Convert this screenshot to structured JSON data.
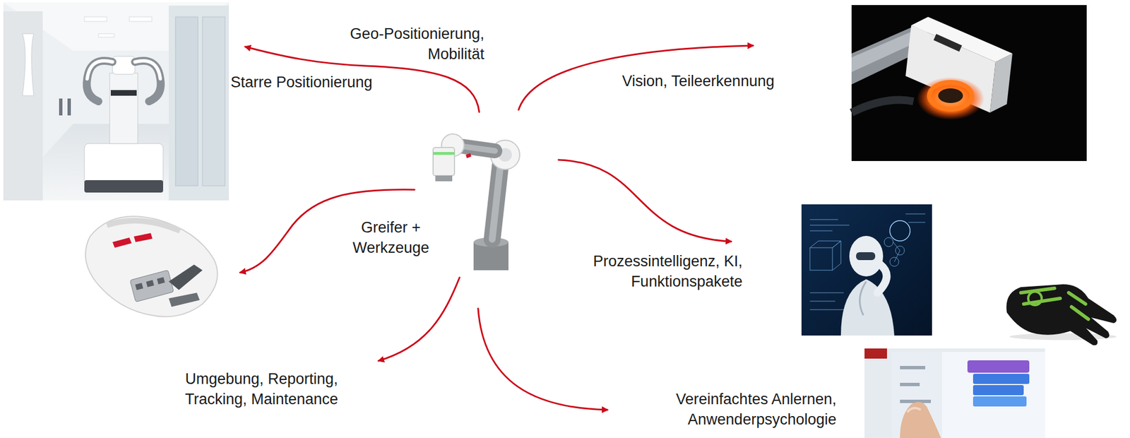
{
  "diagram": {
    "labels": [
      "Geo-Positionierung, Mobilität",
      "Starre Positionierung",
      "Vision, Teileerkennung",
      "Greifer + Werkzeuge",
      "Prozessintelligenz, KI, Funktionspakete",
      "Umgebung, Reporting, Tracking, Maintenance",
      "Vereinfachtes Anlernen, Anwenderpsychologie"
    ]
  }
}
